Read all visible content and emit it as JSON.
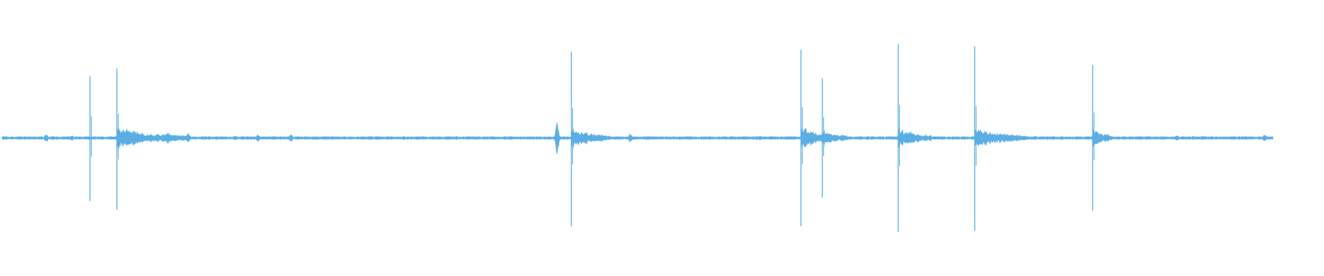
{
  "waveform": {
    "color": "#5aaee4",
    "duration_fraction_end": 0.9615,
    "transients": [
      {
        "position": 0.0675,
        "up": 0.56,
        "down": 0.57,
        "tail_length": 0.0
      },
      {
        "position": 0.088,
        "up": 0.63,
        "down": 0.65,
        "tail_length": 0.055
      },
      {
        "position": 0.431,
        "up": 0.78,
        "down": 0.8,
        "tail_length": 0.03
      },
      {
        "position": 0.6045,
        "up": 0.8,
        "down": 0.8,
        "tail_length": 0.035
      },
      {
        "position": 0.621,
        "up": 0.54,
        "down": 0.54,
        "tail_length": 0.01
      },
      {
        "position": 0.678,
        "up": 0.85,
        "down": 0.85,
        "tail_length": 0.025
      },
      {
        "position": 0.736,
        "up": 0.83,
        "down": 0.84,
        "tail_length": 0.04
      },
      {
        "position": 0.825,
        "up": 0.66,
        "down": 0.66,
        "tail_length": 0.015
      }
    ],
    "small_events": [
      {
        "position": 0.035,
        "amp": 0.035
      },
      {
        "position": 0.054,
        "amp": 0.025
      },
      {
        "position": 0.127,
        "amp": 0.055
      },
      {
        "position": 0.142,
        "amp": 0.045
      },
      {
        "position": 0.195,
        "amp": 0.03
      },
      {
        "position": 0.22,
        "amp": 0.035
      },
      {
        "position": 0.421,
        "amp": 0.14
      },
      {
        "position": 0.476,
        "amp": 0.04
      },
      {
        "position": 0.574,
        "amp": 0.02
      },
      {
        "position": 0.889,
        "amp": 0.025
      },
      {
        "position": 0.955,
        "amp": 0.03
      }
    ]
  }
}
